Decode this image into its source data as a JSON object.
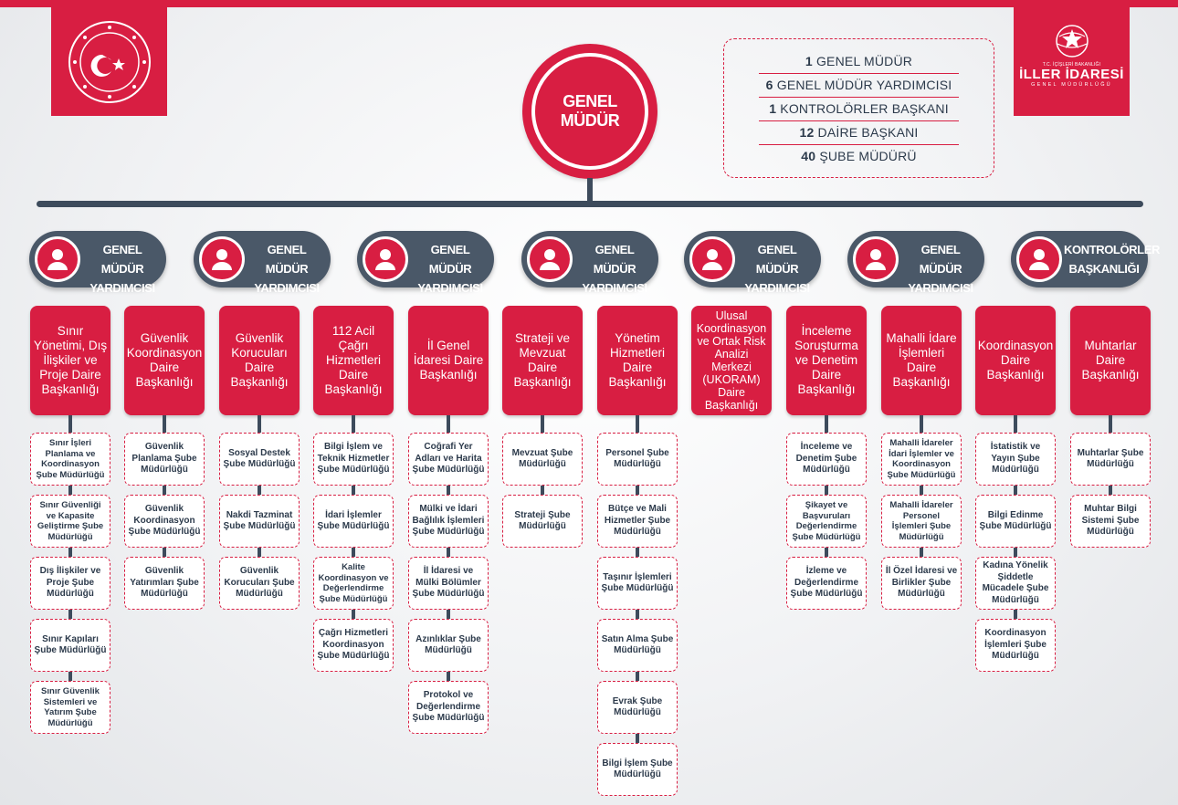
{
  "colors": {
    "accent": "#d81e42",
    "dark": "#3d4b5c",
    "pill": "#4a5868"
  },
  "logos": {
    "left_icon": "turkey-ministry-seal-icon",
    "right_small": "T.C. İÇİŞLERİ BAKANLIĞI",
    "right_title": "İLLER İDARESİ",
    "right_sub": "GENEL MÜDÜRLÜĞÜ"
  },
  "genel_mudur": "GENEL MÜDÜR",
  "summary": [
    {
      "num": "1",
      "text": "GENEL MÜDÜR"
    },
    {
      "num": "6",
      "text": "GENEL MÜDÜR YARDIMCISI"
    },
    {
      "num": "1",
      "text": "KONTROLÖRLER BAŞKANI"
    },
    {
      "num": "12",
      "text": "DAİRE BAŞKANI"
    },
    {
      "num": "40",
      "text": "ŞUBE MÜDÜRÜ"
    }
  ],
  "pills": [
    {
      "l1": "GENEL MÜDÜR",
      "l2": "YARDIMCISI"
    },
    {
      "l1": "GENEL MÜDÜR",
      "l2": "YARDIMCISI"
    },
    {
      "l1": "GENEL MÜDÜR",
      "l2": "YARDIMCISI"
    },
    {
      "l1": "GENEL MÜDÜR",
      "l2": "YARDIMCISI"
    },
    {
      "l1": "GENEL MÜDÜR",
      "l2": "YARDIMCISI"
    },
    {
      "l1": "GENEL MÜDÜR",
      "l2": "YARDIMCISI"
    },
    {
      "l1": "KONTROLÖRLER",
      "l2": "BAŞKANLIĞI"
    }
  ],
  "departments": [
    {
      "name": "Sınır Yönetimi, Dış İlişkiler ve Proje Daire Başkanlığı",
      "subs": [
        "Sınır İşleri Planlama ve Koordinasyon Şube Müdürlüğü",
        "Sınır Güvenliği ve Kapasite Geliştirme Şube Müdürlüğü",
        "Dış İlişkiler ve Proje Şube Müdürlüğü",
        "Sınır Kapıları Şube Müdürlüğü",
        "Sınır Güvenlik Sistemleri ve Yatırım Şube Müdürlüğü"
      ]
    },
    {
      "name": "Güvenlik Koordinasyon Daire Başkanlığı",
      "subs": [
        "Güvenlik Planlama Şube Müdürlüğü",
        "Güvenlik Koordinasyon Şube Müdürlüğü",
        "Güvenlik Yatırımları Şube Müdürlüğü"
      ]
    },
    {
      "name": "Güvenlik Korucuları Daire Başkanlığı",
      "subs": [
        "Sosyal Destek Şube Müdürlüğü",
        "Nakdi Tazminat Şube Müdürlüğü",
        "Güvenlik Korucuları Şube Müdürlüğü"
      ]
    },
    {
      "name": "112 Acil Çağrı Hizmetleri Daire Başkanlığı",
      "subs": [
        "Bilgi İşlem ve Teknik Hizmetler Şube Müdürlüğü",
        "İdari İşlemler Şube Müdürlüğü",
        "Kalite Koordinasyon ve Değerlendirme Şube Müdürlüğü",
        "Çağrı Hizmetleri Koordinasyon Şube Müdürlüğü"
      ]
    },
    {
      "name": "İl Genel İdaresi Daire Başkanlığı",
      "subs": [
        "Coğrafi Yer Adları ve Harita Şube Müdürlüğü",
        "Mülki ve İdari Bağlılık İşlemleri Şube Müdürlüğü",
        "İl İdaresi ve Mülki Bölümler Şube Müdürlüğü",
        "Azınlıklar Şube Müdürlüğü",
        "Protokol ve Değerlendirme Şube Müdürlüğü"
      ]
    },
    {
      "name": "Strateji ve Mevzuat Daire Başkanlığı",
      "subs": [
        "Mevzuat Şube Müdürlüğü",
        "Strateji Şube Müdürlüğü"
      ]
    },
    {
      "name": "Yönetim Hizmetleri Daire Başkanlığı",
      "subs": [
        "Personel Şube Müdürlüğü",
        "Bütçe ve Mali Hizmetler Şube Müdürlüğü",
        "Taşınır İşlemleri Şube Müdürlüğü",
        "Satın Alma Şube Müdürlüğü",
        "Evrak Şube Müdürlüğü",
        "Bilgi İşlem Şube Müdürlüğü"
      ]
    },
    {
      "name": "Ulusal Koordinasyon ve Ortak Risk Analizi Merkezi (UKORAM) Daire Başkanlığı",
      "subs": []
    },
    {
      "name": "İnceleme Soruşturma ve Denetim Daire Başkanlığı",
      "subs": [
        "İnceleme ve Denetim Şube Müdürlüğü",
        "Şikayet ve Başvuruları Değerlendirme Şube Müdürlüğü",
        "İzleme ve Değerlendirme Şube Müdürlüğü"
      ]
    },
    {
      "name": "Mahalli İdare İşlemleri Daire Başkanlığı",
      "subs": [
        "Mahalli İdareler İdari İşlemler ve Koordinasyon Şube Müdürlüğü",
        "Mahalli İdareler Personel İşlemleri Şube Müdürlüğü",
        "İl Özel İdaresi ve Birlikler Şube Müdürlüğü"
      ]
    },
    {
      "name": "Koordinasyon Daire Başkanlığı",
      "subs": [
        "İstatistik ve Yayın Şube Müdürlüğü",
        "Bilgi Edinme Şube Müdürlüğü",
        "Kadına Yönelik Şiddetle Mücadele Şube Müdürlüğü",
        "Koordinasyon İşlemleri Şube Müdürlüğü"
      ]
    },
    {
      "name": "Muhtarlar Daire Başkanlığı",
      "subs": [
        "Muhtarlar Şube Müdürlüğü",
        "Muhtar Bilgi Sistemi Şube Müdürlüğü"
      ]
    }
  ]
}
